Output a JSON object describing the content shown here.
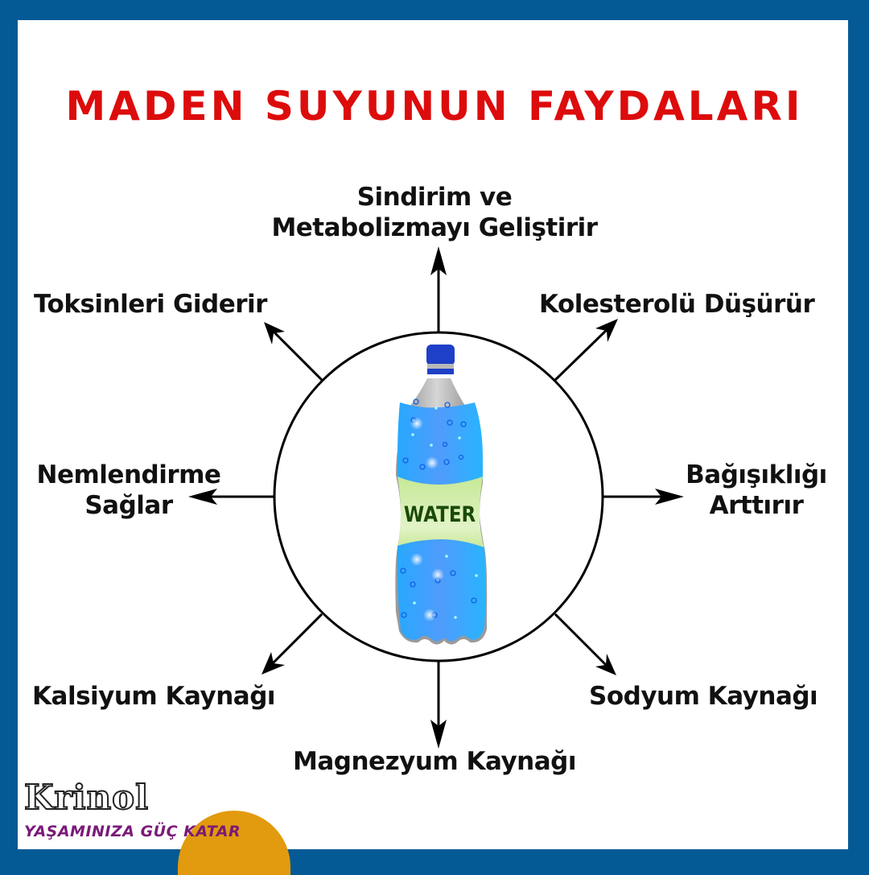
{
  "title": "MADEN SUYUNUN FAYDALARI",
  "colors": {
    "border": "#035a94",
    "title": "#dd0c0c",
    "text": "#111111",
    "bottle_water": "#2aa8f5",
    "bottle_cap": "#1e3fc8",
    "bottle_label": "#cdeaa0",
    "label_text": "#1a4a0a",
    "logo_sun": "#e29a0e",
    "logo_slogan": "#7a1a78"
  },
  "benefits": {
    "top": {
      "line1": "Sindirim ve",
      "line2": "Metabolizmayı Geliştirir"
    },
    "top_left": "Toksinleri Giderir",
    "top_right": "Kolesterolü Düşürür",
    "left": {
      "line1": "Nemlendirme",
      "line2": "Sağlar"
    },
    "right": {
      "line1": "Bağışıklığı",
      "line2": "Arttırır"
    },
    "bottom_left": "Kalsiyum Kaynağı",
    "bottom_right": "Sodyum Kaynağı",
    "bottom": "Magnezyum Kaynağı"
  },
  "bottle": {
    "label_text": "WATER"
  },
  "logo": {
    "name": "Krinol",
    "slogan": "YAŞAMINIZA GÜÇ KATAR"
  }
}
